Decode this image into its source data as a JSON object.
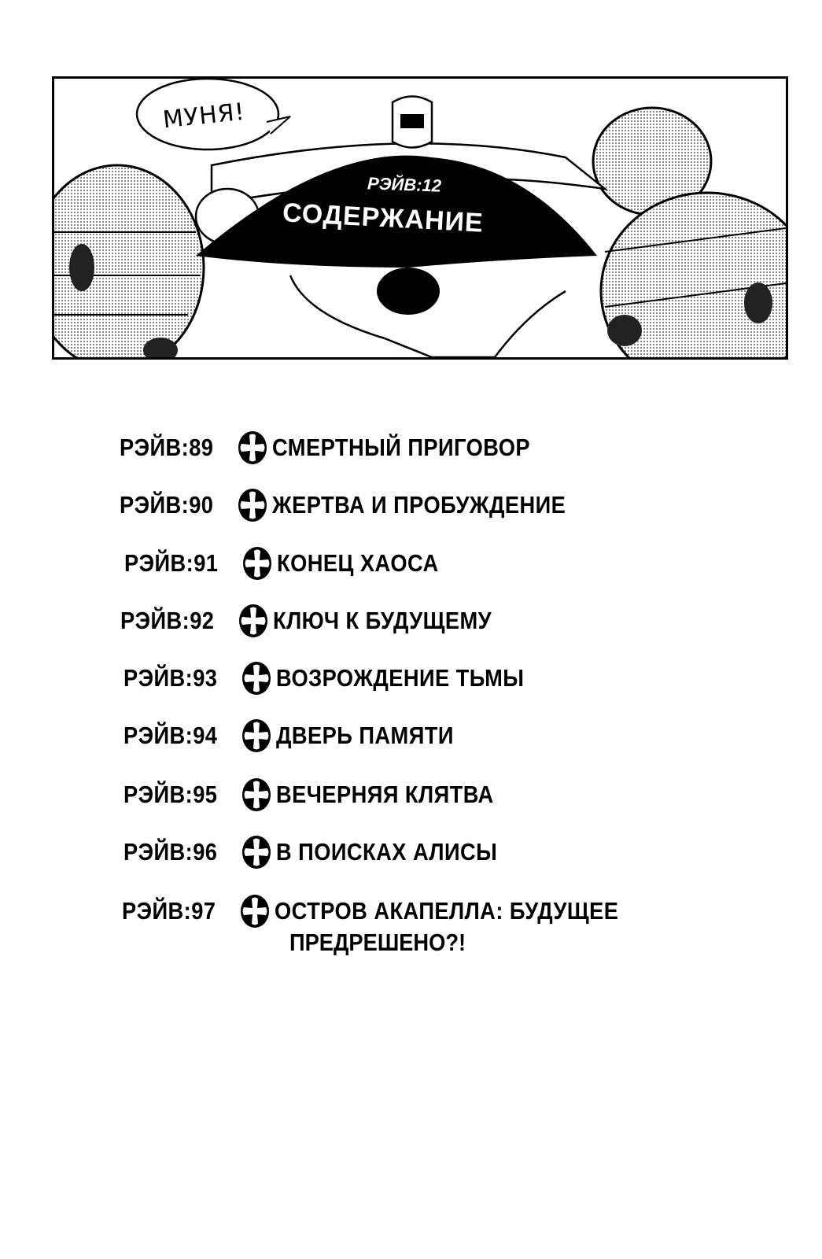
{
  "panel": {
    "speech": "МУНЯ!",
    "volume": "РЭЙВ:12",
    "heading": "СОДЕРЖАНИЕ"
  },
  "toc": [
    {
      "number": "РЭЙВ:89",
      "title": "СМЕРТНЫЙ ПРИГОВОР"
    },
    {
      "number": "РЭЙВ:90",
      "title": "ЖЕРТВА И ПРОБУЖДЕНИЕ"
    },
    {
      "number": "РЭЙВ:91",
      "title": "КОНЕЦ ХАОСА"
    },
    {
      "number": "РЭЙВ:92",
      "title": "КЛЮЧ К БУДУЩЕМУ"
    },
    {
      "number": "РЭЙВ:93",
      "title": "ВОЗРОЖДЕНИЕ ТЬМЫ"
    },
    {
      "number": "РЭЙВ:94",
      "title": "ДВЕРЬ ПАМЯТИ"
    },
    {
      "number": "РЭЙВ:95",
      "title": "ВЕЧЕРНЯЯ КЛЯТВА"
    },
    {
      "number": "РЭЙВ:96",
      "title": "В ПОИСКАХ АЛИСЫ"
    },
    {
      "number": "РЭЙВ:97",
      "title": "ОСТРОВ АКАПЕЛЛА: БУДУЩЕЕ",
      "title_cont": "ПРЕДРЕШЕНО?!"
    }
  ],
  "icon": "cross-in-oval-icon"
}
